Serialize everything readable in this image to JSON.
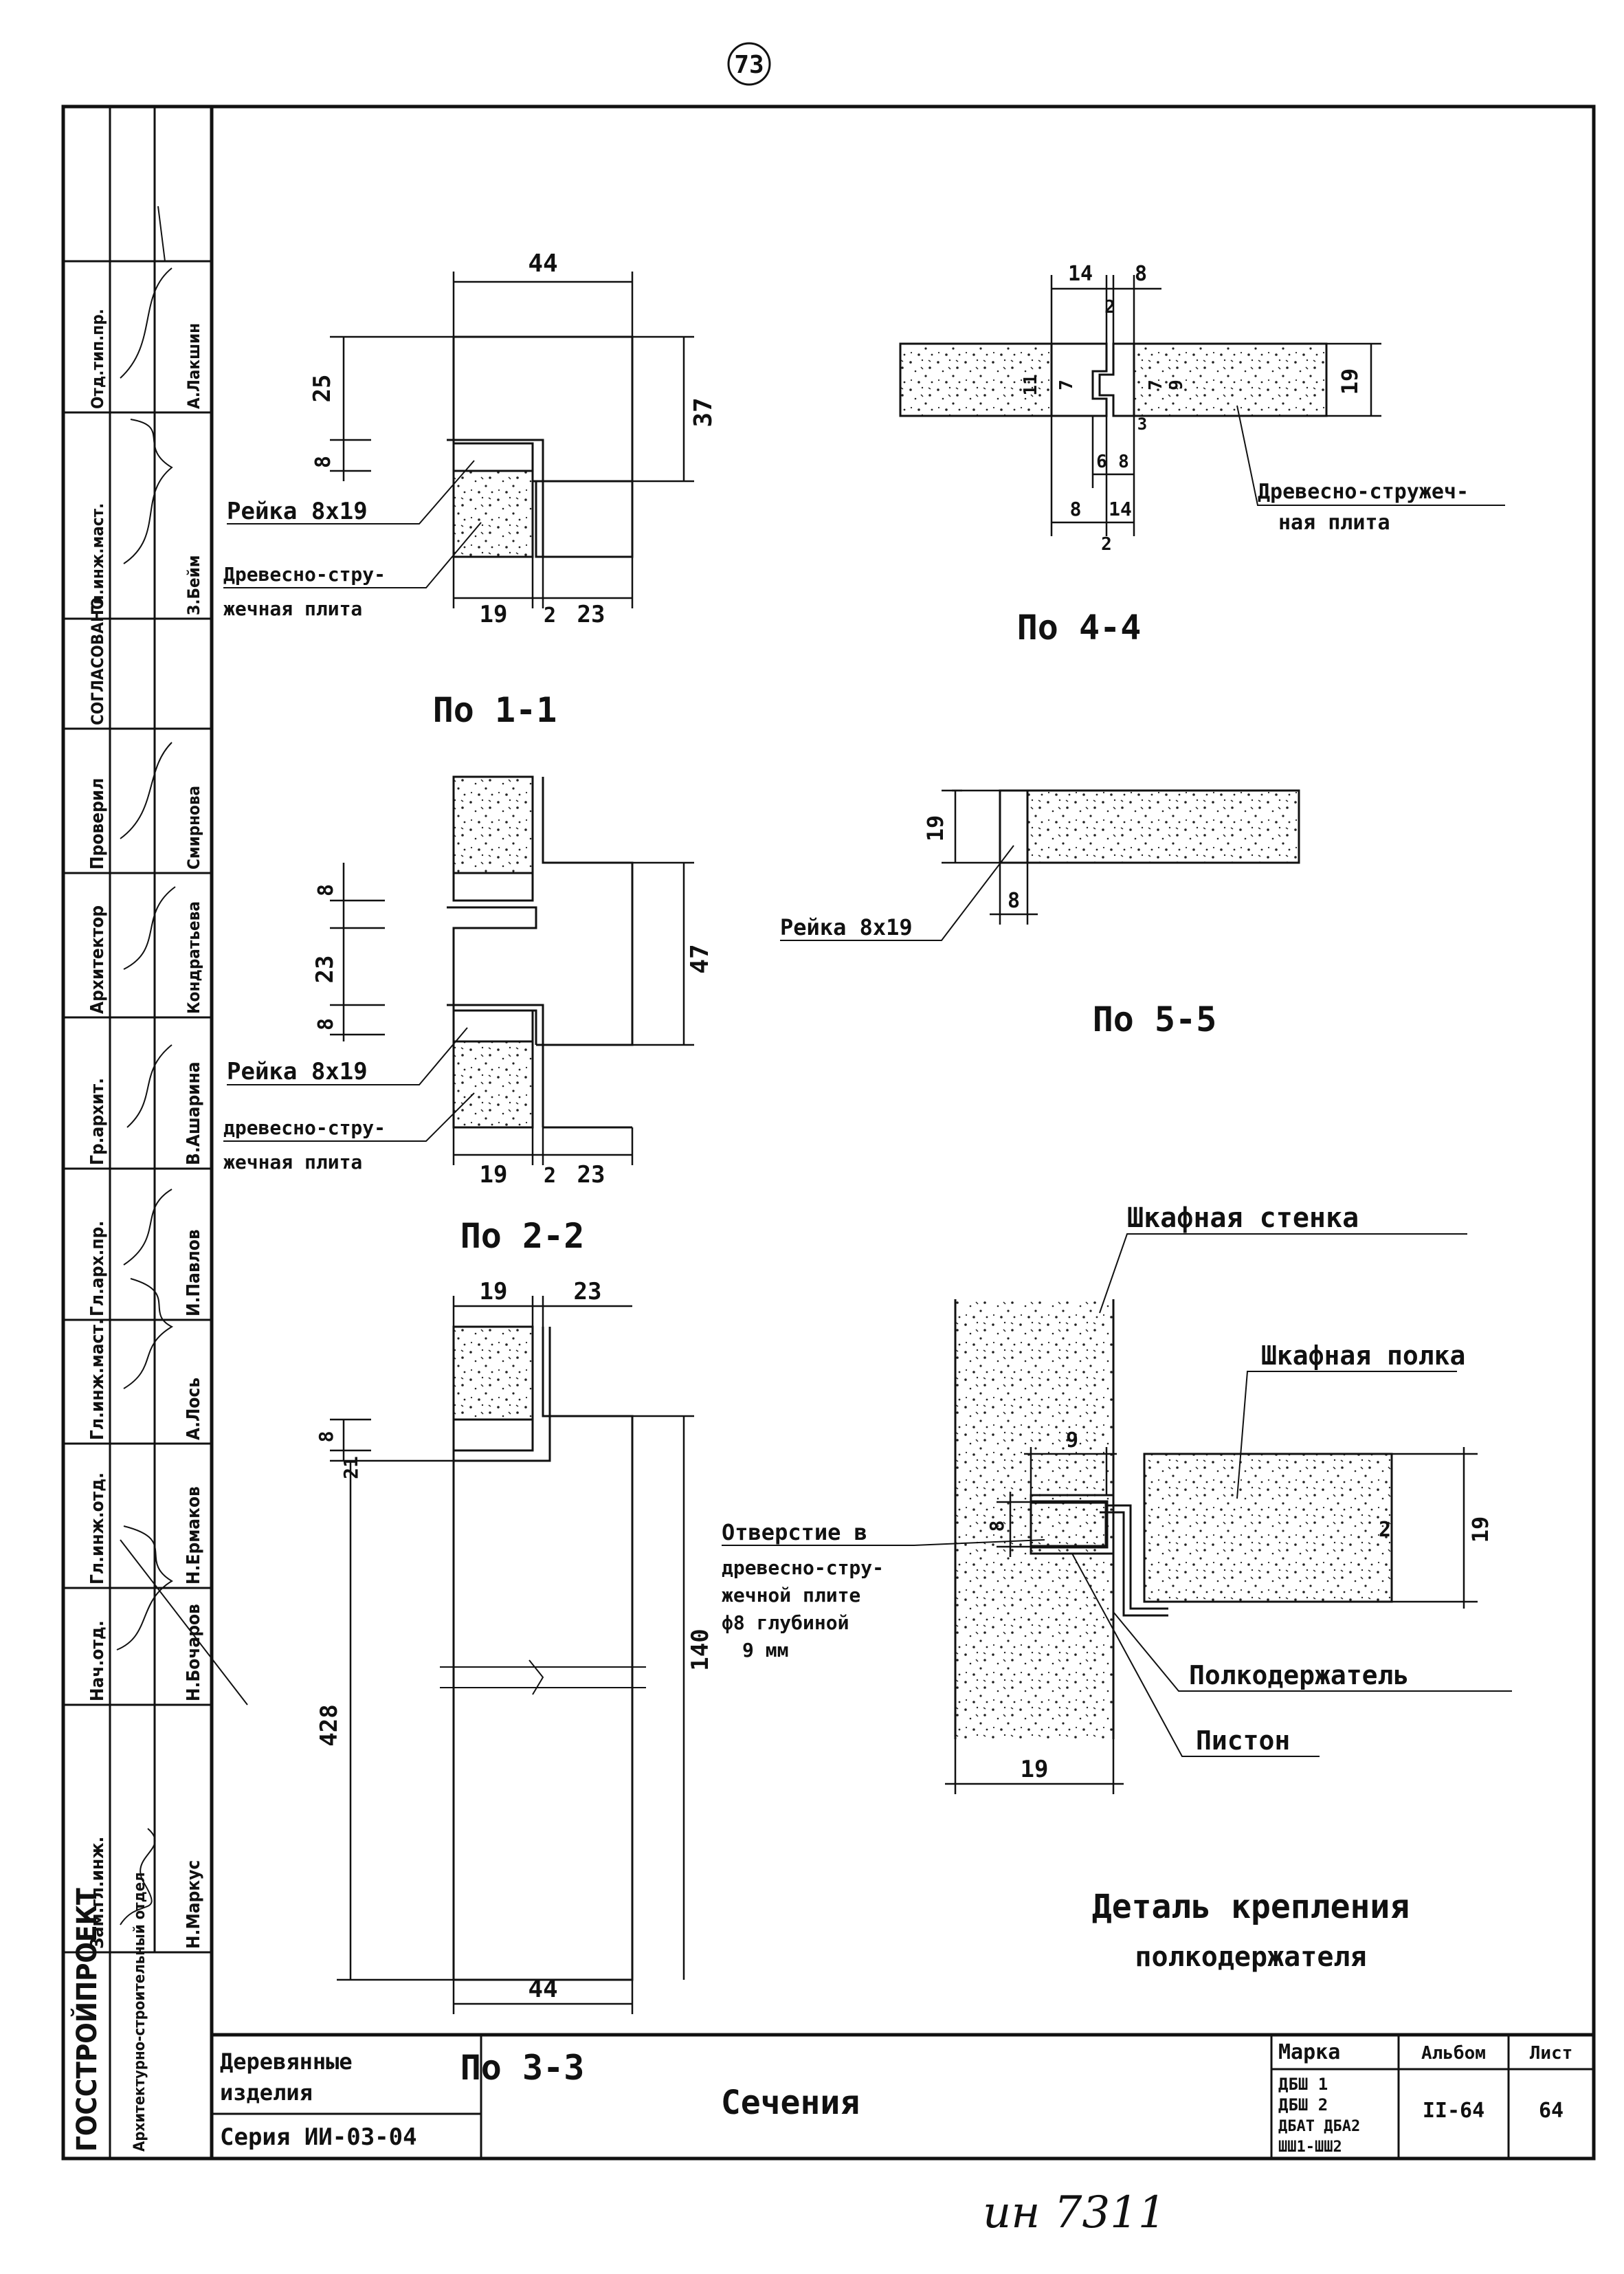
{
  "page_number": "73",
  "side_stamp": {
    "organization": "ГОССТРОЙПРОЕКТ",
    "department": "Архитектурно-строительный отдел",
    "signatories": [
      {
        "role": "Зам.гл.инж.",
        "name": "Н.Маркус"
      },
      {
        "role": "Нач.отд.",
        "name": "Н.Бочаров"
      },
      {
        "role": "Гл.инж.отд.",
        "name": "Н.Ермаков"
      },
      {
        "role": "Гл.инж.маст.",
        "name": "А.Лось"
      },
      {
        "role": "Гл.арх.пр.",
        "name": "И.Павлов"
      },
      {
        "role": "Гр.архит.",
        "name": "В.Ашарина"
      },
      {
        "role": "Архитектор",
        "name": "Кондратьева"
      },
      {
        "role": "Проверил",
        "name": "Смирнова"
      }
    ],
    "agreed_title": "СОГЛАСОВАНО",
    "agreed": [
      {
        "role": "Гл.инж.маст.",
        "name": "З.Бейм"
      },
      {
        "role": "Отд.тип.пр.",
        "name": "А.Лакшин"
      }
    ]
  },
  "section_1_1": {
    "caption": "По 1-1",
    "dim_top": "44",
    "dim_right": "37",
    "dim_left_upper": "25",
    "dim_left_lower": "8",
    "dim_bottom": [
      "19",
      "2",
      "23"
    ],
    "label_rail": "Рейка 8х19",
    "label_board": [
      "Древесно-стру-",
      "жечная плита"
    ]
  },
  "section_2_2": {
    "caption": "По 2-2",
    "dim_right": "47",
    "dim_left": [
      "8",
      "23",
      "8"
    ],
    "dim_bottom": [
      "19",
      "2",
      "23"
    ],
    "label_rail": "Рейка 8х19",
    "label_board": [
      "древесно-стру-",
      "жечная плита"
    ]
  },
  "section_3_3": {
    "caption": "По 3-3",
    "dim_top": [
      "19",
      "23"
    ],
    "dim_left_small": [
      "8",
      "21"
    ],
    "dim_left_total": "428",
    "dim_right_total": "140",
    "dim_bottom": "44"
  },
  "section_4_4": {
    "caption": "По 4-4",
    "dim_top": [
      "14",
      "8"
    ],
    "dim_top_gap": "2",
    "dim_inner_left": "11",
    "dim_inner_left2": "7",
    "dim_inner_right": "7",
    "dim_inner_right2": "9",
    "dim_inner_small": "3",
    "dim_right": "19",
    "dim_bottom_upper": [
      "6",
      "8"
    ],
    "dim_bottom": [
      "8",
      "14"
    ],
    "dim_bottom_gap": "2",
    "label_board": [
      "Древесно-стружеч-",
      "ная плита"
    ]
  },
  "section_5_5": {
    "caption": "По 5-5",
    "dim_left": "19",
    "dim_bottom": "8",
    "label_rail": "Рейка 8х19"
  },
  "detail": {
    "title": [
      "Деталь крепления",
      "полкодержателя"
    ],
    "label_wall": "Шкафная стенка",
    "label_shelf": "Шкафная полка",
    "label_hole": [
      "Отверстие в",
      "древесно-стру-",
      "жечной плите",
      "ф8 глубиной",
      "9 мм"
    ],
    "label_holder": "Полкодержатель",
    "label_piston": "Пистон",
    "dim_hole_depth": "9",
    "dim_hole_dia": "8",
    "dim_shelf_thickness": "19",
    "dim_shelf_gap": "2",
    "dim_wall": "19"
  },
  "title_block": {
    "category": [
      "Деревянные",
      "изделия"
    ],
    "series": "Серия ИИ-03-04",
    "title": "Сечения",
    "marka_header": "Марка",
    "marka_lines": [
      "ДБШ 1",
      "ДБШ 2",
      "ДБАТ ДБА2",
      "ШШ1-ШШ2"
    ],
    "album_header": "Альбом",
    "album": "II-64",
    "sheet_header": "Лист",
    "sheet": "64"
  },
  "inventory_number": "ин 7311"
}
